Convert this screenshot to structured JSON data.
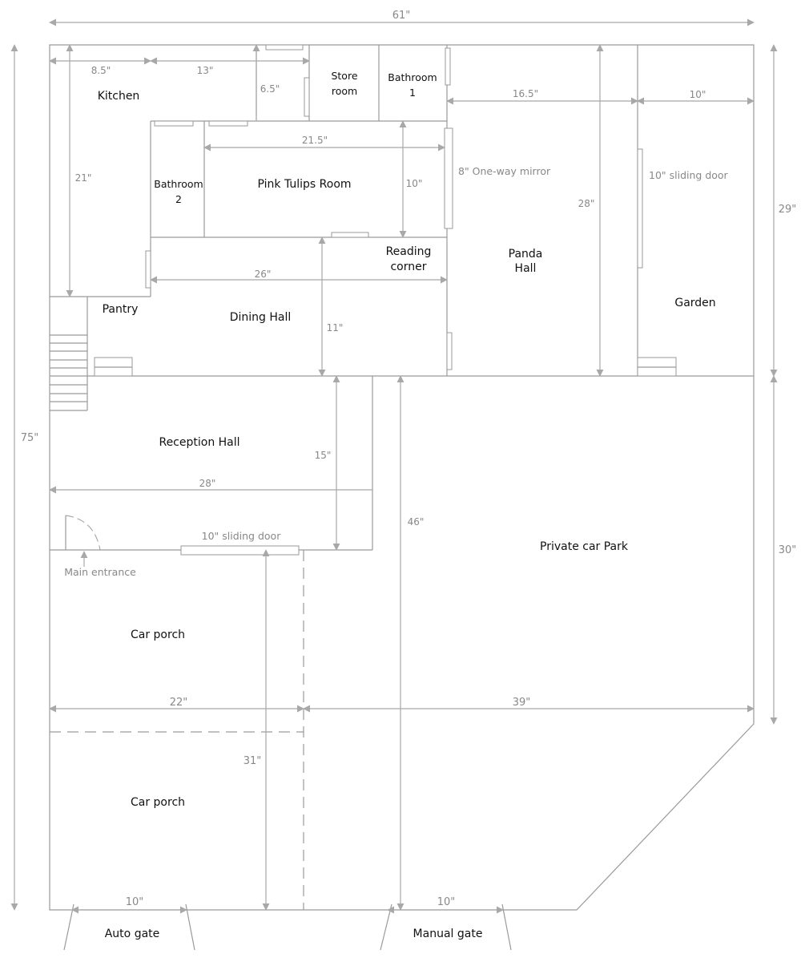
{
  "rooms": {
    "kitchen": "Kitchen",
    "store_room": [
      "Store",
      "room"
    ],
    "bathroom1": [
      "Bathroom",
      "1"
    ],
    "bathroom2": [
      "Bathroom",
      "2"
    ],
    "pink_tulips": "Pink Tulips Room",
    "reading_corner": [
      "Reading",
      "corner"
    ],
    "panda_hall": [
      "Panda",
      "Hall"
    ],
    "garden": "Garden",
    "pantry": "Pantry",
    "dining_hall": "Dining Hall",
    "reception_hall": "Reception Hall",
    "private_car_park": "Private car Park",
    "car_porch_1": "Car porch",
    "car_porch_2": "Car porch",
    "auto_gate": "Auto gate",
    "manual_gate": "Manual gate"
  },
  "dimensions": {
    "total_width": "61\"",
    "total_length": "75\"",
    "right_upper": "29\"",
    "right_lower": "30\"",
    "kitchen_width": "8.5\"",
    "kitchen_top": "13\"",
    "kitchen_length": "21\"",
    "kitchen_notch": "6.5\"",
    "pink_tulips_width": "21.5\"",
    "pink_tulips_length": "10\"",
    "dining_width": "26\"",
    "dining_length": "11\"",
    "panda_width": "16.5\"",
    "garden_width": "10\"",
    "panda_length": "28\"",
    "reception_length": "15\"",
    "reception_width": "28\"",
    "car_park_length": "46\"",
    "car_porch_length": "31\"",
    "car_porch_width": "22\"",
    "car_park_width": "39\"",
    "auto_gate_width": "10\"",
    "manual_gate_width": "10\""
  },
  "notes": {
    "mirror": "8\" One-way mirror",
    "garden_door": "10\" sliding door",
    "reception_door": "10\" sliding door",
    "main_entrance": "Main entrance"
  },
  "colors": {
    "wall": "#9a9a9a",
    "dimension": "#a8a8a8",
    "label": "#111111"
  }
}
